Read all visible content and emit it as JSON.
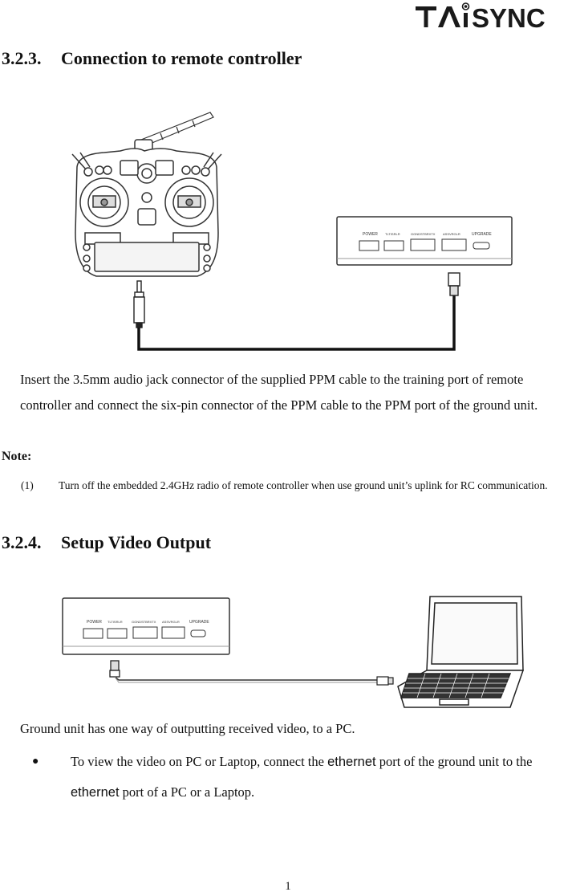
{
  "header": {
    "brand_logo": "TAiSYNC"
  },
  "sections": [
    {
      "number": "3.2.3.",
      "title": "Connection to remote controller"
    },
    {
      "number": "3.2.4.",
      "title": "Setup Video Output"
    }
  ],
  "figure1": {
    "ground_unit_ports": [
      "POWER",
      "TLTISRLR",
      "GGNDSTBRXTX",
      "ASSVRGLR",
      "UPGRADE"
    ]
  },
  "paragraph1": "Insert the 3.5mm audio jack connector of the supplied PPM cable to the training port of remote controller and connect the six-pin connector of the PPM cable to the PPM port of the ground unit.",
  "note": {
    "label": "Note:",
    "items": [
      {
        "index": "(1)",
        "text": "Turn off the embedded 2.4GHz radio of remote controller when use ground unit’s uplink for RC communication."
      }
    ]
  },
  "figure2": {
    "ground_unit_ports": [
      "POWER",
      "TLTISRLR",
      "GGNDSTBRXTX",
      "ASSVRGLR",
      "UPGRADE"
    ]
  },
  "paragraph2": "Ground unit has one way of outputting received video, to a PC.",
  "bullet": {
    "part1": "To view the video on PC or Laptop, connect the ",
    "term1": "ethernet",
    "part2": " port of the ground unit to the ",
    "term2": "ethernet",
    "part3": " port of a PC or a Laptop."
  },
  "footer": {
    "page_number": "1"
  }
}
